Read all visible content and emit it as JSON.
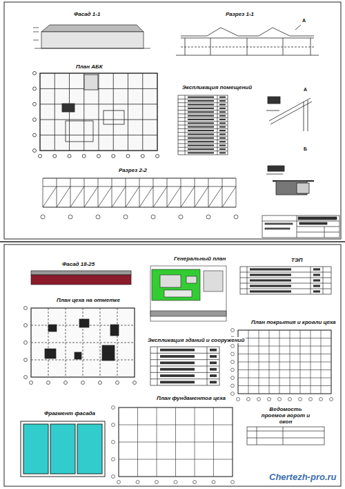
{
  "diagram": {
    "labels": [
      "Фасад 1-1",
      "Разрез 1-1",
      "План АБК",
      "Экспликация помещений",
      "Разрез 2-2",
      "А",
      "Б",
      "А",
      "Фасад 18-25",
      "План цеха на отметке",
      "Генеральный план",
      "ТЭП",
      "План покрытия и кровли цеха",
      "Экспликация зданий и сооружений",
      "Фрагмент фасада",
      "План фундаментов цеха",
      "Ведомость проемов ворот и окон",
      "Chertezh-pro.ru"
    ]
  }
}
